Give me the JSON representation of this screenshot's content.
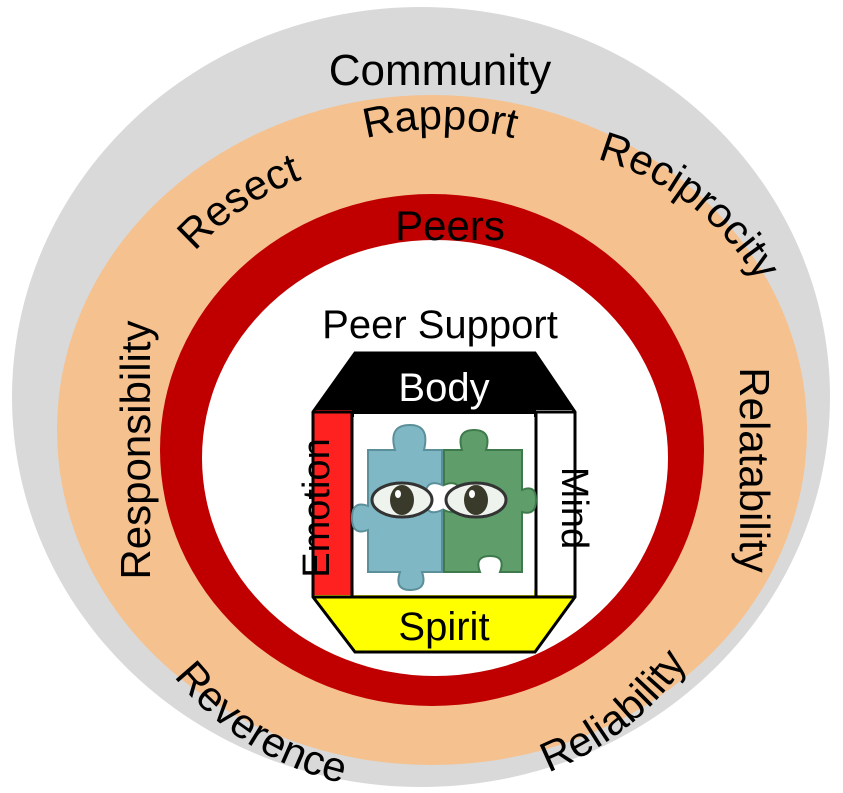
{
  "rings": {
    "community": "Community",
    "values_top": [
      "Resect",
      "Rapport",
      "Reciprocity"
    ],
    "values_right": "Relatability",
    "values_left": "Responsibility",
    "values_bottom": [
      "Reverence",
      "Reliability"
    ],
    "peers": "Peers",
    "peer_support": "Peer Support"
  },
  "core": {
    "top": "Body",
    "right": "Mind",
    "bottom": "Spirit",
    "left": "Emotion",
    "image": "two-puzzle-pieces-with-eyes"
  },
  "colors": {
    "community": "#d9d9d9",
    "values": "#f5c18e",
    "peers": "#c00000",
    "peer_support": "#ffffff",
    "body": "#000000",
    "mind": "#ffffff",
    "spirit": "#ffff00",
    "emotion": "#ff2020"
  }
}
